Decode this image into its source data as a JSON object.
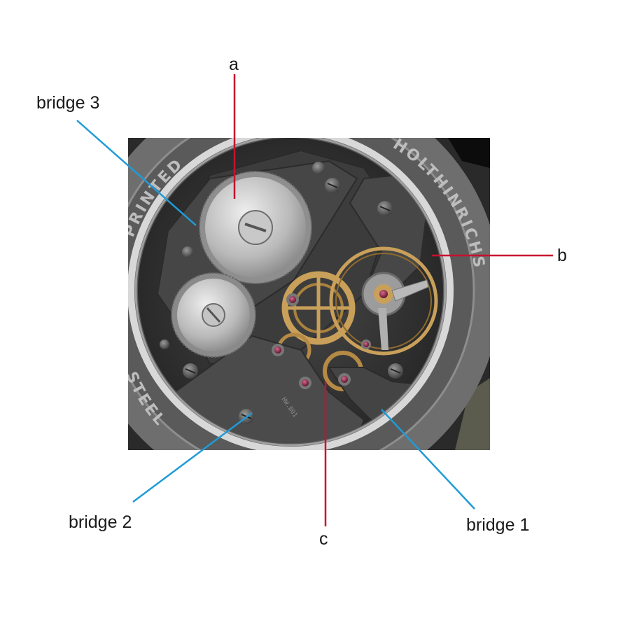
{
  "labels": {
    "a": "a",
    "b": "b",
    "c": "c",
    "bridge1": "bridge 1",
    "bridge2": "bridge 2",
    "bridge3": "bridge 3"
  },
  "case_ring": {
    "text_top_right": "HOLTHINRICHS",
    "text_top_left": "PRINTED",
    "text_bottom_left": "STEEL"
  },
  "engravings": {
    "bridge_small": "HW.B01"
  },
  "colors": {
    "red_leader": "#c8102e",
    "blue_leader": "#1f9bd7",
    "brass": "#c9a05a",
    "ruby": "#8b1a3a"
  }
}
